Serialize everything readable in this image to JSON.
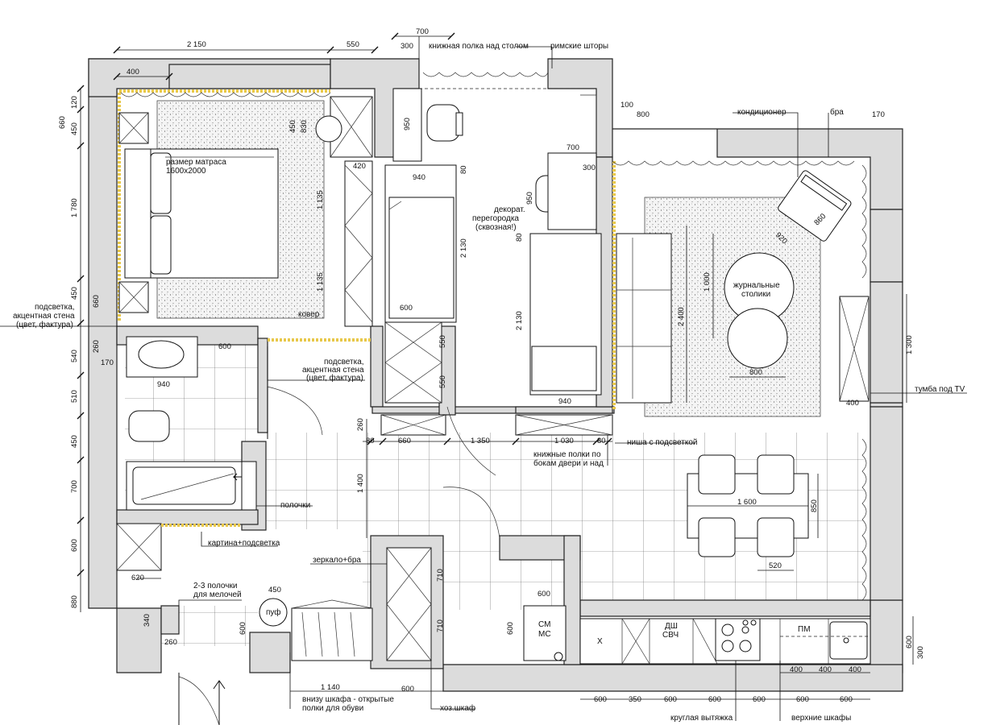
{
  "labels": {
    "mattress_size": "размер матраса",
    "mattress_dims": "1600x2000",
    "rug": "ковер",
    "bookshelf_above_desk": "книжная полка над столом",
    "roman_blinds": "римские шторы",
    "air_conditioner": "кондиционер",
    "sconce": "бра",
    "decor_partition_1": "декорат.",
    "decor_partition_2": "перегородка",
    "decor_partition_3": "(сквозная!)",
    "coffee_tables_1": "журнальные",
    "coffee_tables_2": "столики",
    "backlight_left_1": "подсветка,",
    "backlight_left_2": "акцентная стена",
    "backlight_left_3": "(цвет, фактура)",
    "backlight_mid_1": "подсветка,",
    "backlight_mid_2": "акцентная стена",
    "backlight_mid_3": "(цвет, фактура)",
    "tv_stand": "тумба под TV",
    "niche_backlight": "ниша с подсветкой",
    "bookshelves_door_1": "книжные полки по",
    "bookshelves_door_2": "бокам двери и над",
    "shelves": "полочки",
    "picture_backlight": "картина+подсветка",
    "mirror_sconce": "зеркало+бра",
    "small_shelves_1": "2-3 полочки",
    "small_shelves_2": "для мелочей",
    "pouf": "пуф",
    "shoe_shelves_1": "внизу шкафа - открытые",
    "shoe_shelves_2": "полки для обуви",
    "utility_closet": "хоз.шкаф",
    "round_hood": "круглая вытяжка",
    "upper_cabinets": "верхние шкафы",
    "wm": "СМ",
    "dryer": "МС",
    "dw": "ДШ",
    "mw": "СВЧ",
    "pm": "ПМ",
    "fridge_x": "X"
  },
  "dims": {
    "top_2150": "2 150",
    "top_550": "550",
    "top_700": "700",
    "top_300": "300",
    "top_400": "400",
    "top_100": "100",
    "top_800": "800",
    "top_170": "170",
    "left_120": "120",
    "left_660a": "660",
    "left_450a": "450",
    "left_1780": "1 780",
    "left_450b": "450",
    "left_660b": "660",
    "left_540": "540",
    "left_260": "260",
    "left_170": "170",
    "left_510": "510",
    "left_450c": "450",
    "left_700": "700",
    "left_600": "600",
    "left_880": "880",
    "left_340": "340",
    "left_260b": "260",
    "left_620": "620",
    "bed_450": "450",
    "bed_830": "830",
    "bed_420": "420",
    "bed_1135a": "1 135",
    "bed_1135b": "1 135",
    "desk_950": "950",
    "desk_700": "700",
    "desk_300": "300",
    "desk2_950": "950",
    "kid_940a": "940",
    "kid_80a": "80",
    "kid_2130a": "2 130",
    "kid_600": "600",
    "kid_80b": "80",
    "kid_2130b": "2 130",
    "kid_940b": "940",
    "kid_550a": "550",
    "kid_550b": "550",
    "bath_600": "600",
    "bath_940": "940",
    "hall_260": "260",
    "hall_80a": "80",
    "hall_660": "660",
    "hall_1350": "1 350",
    "hall_1030": "1 030",
    "hall_80b": "80",
    "hall_1400": "1 400",
    "liv_1000": "1 000",
    "liv_2400": "2 400",
    "liv_920": "920",
    "liv_860": "860",
    "liv_800": "800",
    "liv_400": "400",
    "liv_1300": "1 300",
    "din_1600": "1 600",
    "din_850": "850",
    "din_520": "520",
    "ent_450": "450",
    "ent_600a": "600",
    "ent_1140": "1 140",
    "ent_600b": "600",
    "ent_710a": "710",
    "ent_710b": "710",
    "cm_600a": "600",
    "cm_600b": "600",
    "kit_600r": "600",
    "kit_300r": "300",
    "kit_400a": "400",
    "kit_400b": "400",
    "kit_400c": "400",
    "bot_600a": "600",
    "bot_350": "350",
    "bot_600b": "600",
    "bot_600c": "600",
    "bot_600d": "600",
    "bot_600e": "600",
    "bot_600f": "600"
  }
}
